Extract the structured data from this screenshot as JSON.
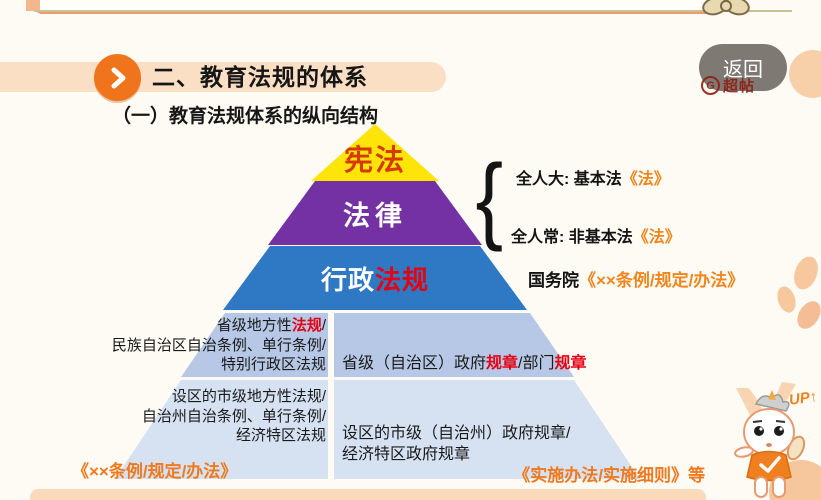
{
  "chrome": {
    "back_label": "返回",
    "watermark_logo": "G",
    "watermark_text": "超帖"
  },
  "header": {
    "title": "二、教育法规的体系",
    "subtitle": "（一）教育法规体系的纵向结构"
  },
  "pyramid": {
    "level1_label": "宪法",
    "level2_label": "法律",
    "level3_prefix": "行政",
    "level3_red": "法规",
    "row4_left_l1a": "省级地方性",
    "row4_left_l1_red": "法规",
    "row4_left_l1b": "/",
    "row4_left_l2": "民族自治区自治条例、单行条例/",
    "row4_left_l3": "特别行政区法规",
    "row4_right_a": "省级（自治区）政府",
    "row4_right_red1": "规章",
    "row4_right_b": "/部门",
    "row4_right_red2": "规章",
    "row5_left_l1": "设区的市级地方性法规/",
    "row5_left_l2": "自治州自治条例、单行条例/",
    "row5_left_l3": "经济特区法规",
    "row5_right_l1": "设区的市级（自治州）政府规章/",
    "row5_right_l2": "经济特区政府规章",
    "note_left": "《××条例/规定/办法》",
    "note_right": "《实施办法/实施细则》",
    "note_right_tail": "等"
  },
  "annotations": {
    "brace": "{",
    "npc1_label": "全人大: 基本法",
    "npc1_orange": "《法》",
    "npc2_label": "全人常: 非基本法",
    "npc2_orange": "《法》",
    "council_label": "国务院",
    "council_orange": "《××条例/规定/办法》"
  },
  "mascot": {
    "up_label": "UP↑"
  },
  "colors": {
    "constitution_fill": "#ffe40a",
    "constitution_text": "#d43a00",
    "law_fill": "#7331a3",
    "admin_fill": "#2e78c4",
    "row4_fill": "#b6c8e5",
    "row5_fill": "#d6e1f2",
    "red_emphasis": "#e50012",
    "orange_emphasis": "#f0791d",
    "accent_orange": "#f0741c",
    "band_peach": "#fbdfc5"
  }
}
